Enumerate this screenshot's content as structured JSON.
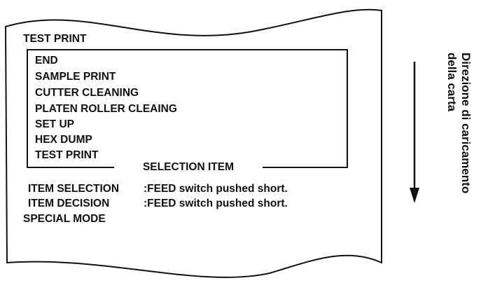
{
  "printout": {
    "header": "TEST PRINT",
    "menu_items": [
      "END",
      "SAMPLE PRINT",
      "CUTTER CLEANING",
      "PLATEN ROLLER CLEAING",
      "SET UP",
      "HEX DUMP",
      "TEST PRINT"
    ],
    "box_title": "SELECTION ITEM",
    "instructions": [
      {
        "label": "ITEM SELECTION",
        "desc": ":FEED switch pushed short."
      },
      {
        "label": "ITEM DECISION",
        "desc": ":FEED switch pushed short."
      }
    ],
    "footer": "SPECIAL MODE"
  },
  "feed_direction": {
    "line1": "Direzione di caricamento",
    "line2": "della carta"
  }
}
